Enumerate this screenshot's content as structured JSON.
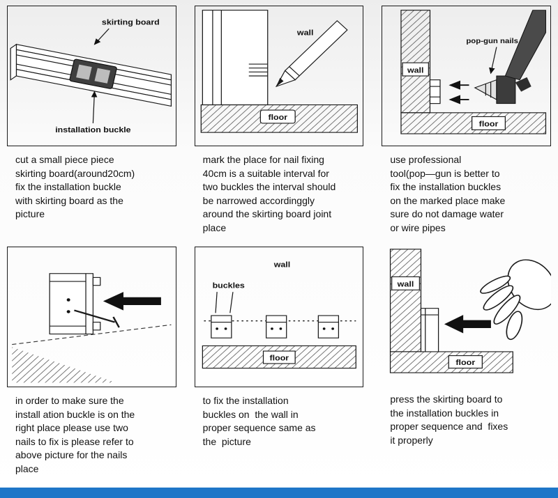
{
  "page": {
    "footer_color": "#1e76c8"
  },
  "panels": [
    {
      "labels": {
        "skirting_board": "skirting board",
        "installation_buckle": "installation buckle"
      },
      "caption": "cut a small piece piece\nskirting board(around20cm)\nfix the installation buckle\nwith skirting board as the\npicture"
    },
    {
      "labels": {
        "wall": "wall",
        "floor": "floor"
      },
      "caption": "mark the place for nail fixing\n40cm is a suitable interval for\ntwo buckles the interval should\nbe narrowed accordinggly\naround the skirting board joint\nplace"
    },
    {
      "labels": {
        "wall": "wall",
        "pop_gun_nails": "pop-gun nails",
        "floor": "floor"
      },
      "caption": "use professional\ntool(pop—gun is better to\nfix the installation buckles\non the marked place make\nsure do not damage water\nor wire pipes"
    },
    {
      "labels": {},
      "caption": "in order to make sure the\ninstall ation buckle is on the\nright place please use two\nnails to fix is please refer to\nabove picture for the nails\nplace"
    },
    {
      "labels": {
        "wall": "wall",
        "buckles": "buckles",
        "floor": "floor"
      },
      "caption": "to fix the installation\nbuckles on  the wall in\nproper sequence same as\nthe  picture"
    },
    {
      "labels": {
        "wall": "wall",
        "floor": "floor"
      },
      "caption": "press the skirting board to\nthe installation buckles in\nproper sequence and  fixes\nit properly"
    }
  ]
}
